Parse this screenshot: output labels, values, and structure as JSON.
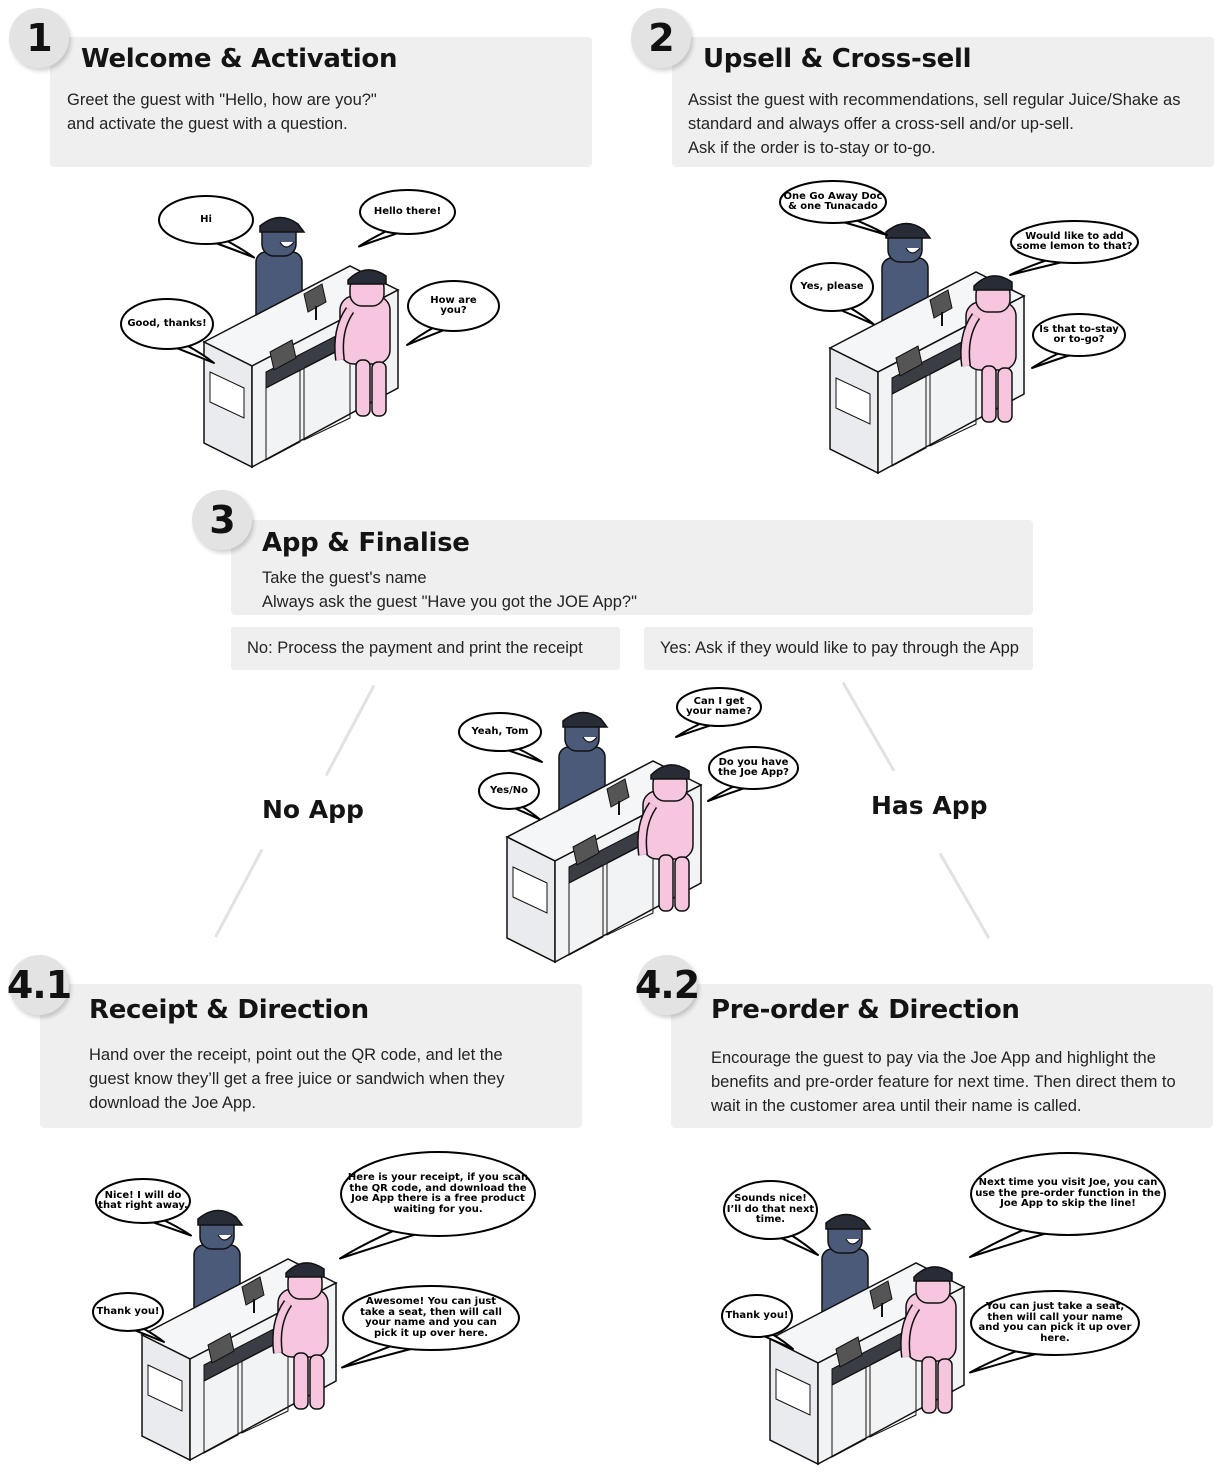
{
  "steps": [
    {
      "id": "1",
      "title": "Welcome & Activation",
      "lines": [
        "Greet the guest with \"Hello, how are you?\"",
        "and activate the guest with a question."
      ]
    },
    {
      "id": "2",
      "title": "Upsell & Cross-sell",
      "lines": [
        "Assist the guest with recommendations, sell regular Juice/Shake as",
        "standard and always offer a cross-sell and/or up-sell.",
        "Ask if the order is to-stay or to-go."
      ]
    },
    {
      "id": "3",
      "title": "App & Finalise",
      "lines": [
        "Take the guest's name",
        "Always ask the guest \"Have you got the JOE App?\""
      ],
      "options": {
        "no": "No: Process the payment and print the receipt",
        "yes": "Yes: Ask if they would like to pay through the App"
      }
    },
    {
      "id": "4.1",
      "title": "Receipt & Direction",
      "lines": [
        "Hand over the receipt, point out the QR code, and let the",
        "guest know they’ll get a free juice or sandwich when they",
        "download the Joe App."
      ]
    },
    {
      "id": "4.2",
      "title": "Pre-order & Direction",
      "lines": [
        "Encourage the guest to pay via the Joe App and highlight the",
        "benefits and pre-order feature for next time. Then direct them to",
        "wait in the customer area until their name is called."
      ]
    }
  ],
  "branches": {
    "no_app": "No App",
    "has_app": "Has App"
  },
  "bubbles": {
    "s1": [
      "Hi",
      "Hello there!",
      "Good, thanks!",
      "How are\nyou?"
    ],
    "s2": [
      "One Go Away Doc\n& one Tunacado",
      "Would like to add\nsome lemon to that?",
      "Yes, please",
      "Is that to-stay\nor to-go?"
    ],
    "s3": [
      "Yeah, Tom",
      "Can I get\nyour name?",
      "Yes/No",
      "Do you have\nthe Joe App?"
    ],
    "s41": [
      "Nice! I will do\nthat right away.",
      "Here is your receipt, if you scan\nthe QR code, and download the\nJoe App there is a free product\nwaiting for you.",
      "Thank you!",
      "Awesome! You can just\ntake a seat, then will call\nyour name and you can\npick it up over here."
    ],
    "s42": [
      "Sounds nice!\nI’ll do that next\ntime.",
      "Next time you visit Joe, you can\nuse the pre-order function in the\nJoe App to skip the line!",
      "Thank you!",
      "You can just take a seat,\nthen will call your name\nand you can pick it up over\nhere."
    ]
  },
  "colors": {
    "panel": "#efefef",
    "badge": "#e3e3e3",
    "staff": "#4b5a78",
    "cap": "#272c36",
    "guest": "#f6c5de",
    "counter": "#e9ebee"
  }
}
